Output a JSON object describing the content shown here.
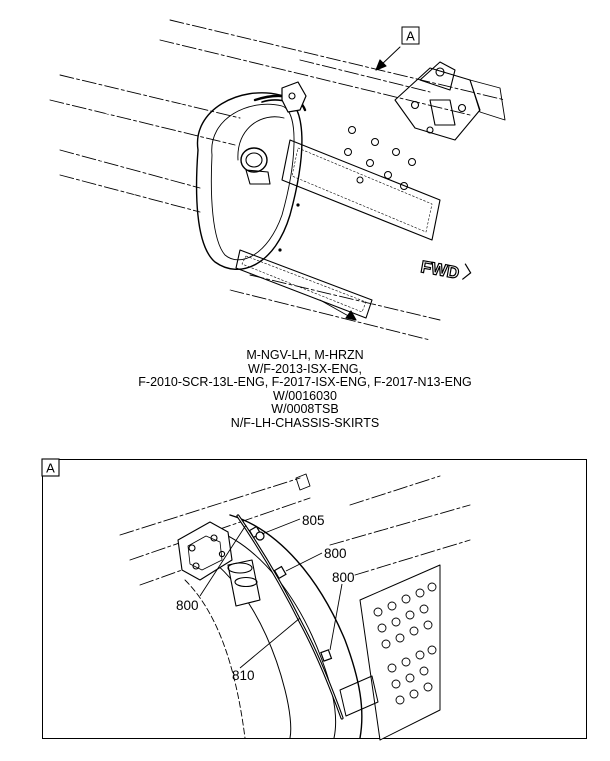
{
  "top_view": {
    "view_callout": "A",
    "direction_label": "FWD"
  },
  "applicability": {
    "lines": [
      "M-NGV-LH, M-HRZN",
      "W/F-2013-ISX-ENG,",
      "F-2010-SCR-13L-ENG, F-2017-ISX-ENG, F-2017-N13-ENG",
      "W/0016030",
      "W/0008TSB",
      "N/F-LH-CHASSIS-SKIRTS"
    ]
  },
  "detail_view": {
    "title": "A",
    "callouts": [
      "805",
      "800",
      "800",
      "800",
      "810"
    ]
  }
}
